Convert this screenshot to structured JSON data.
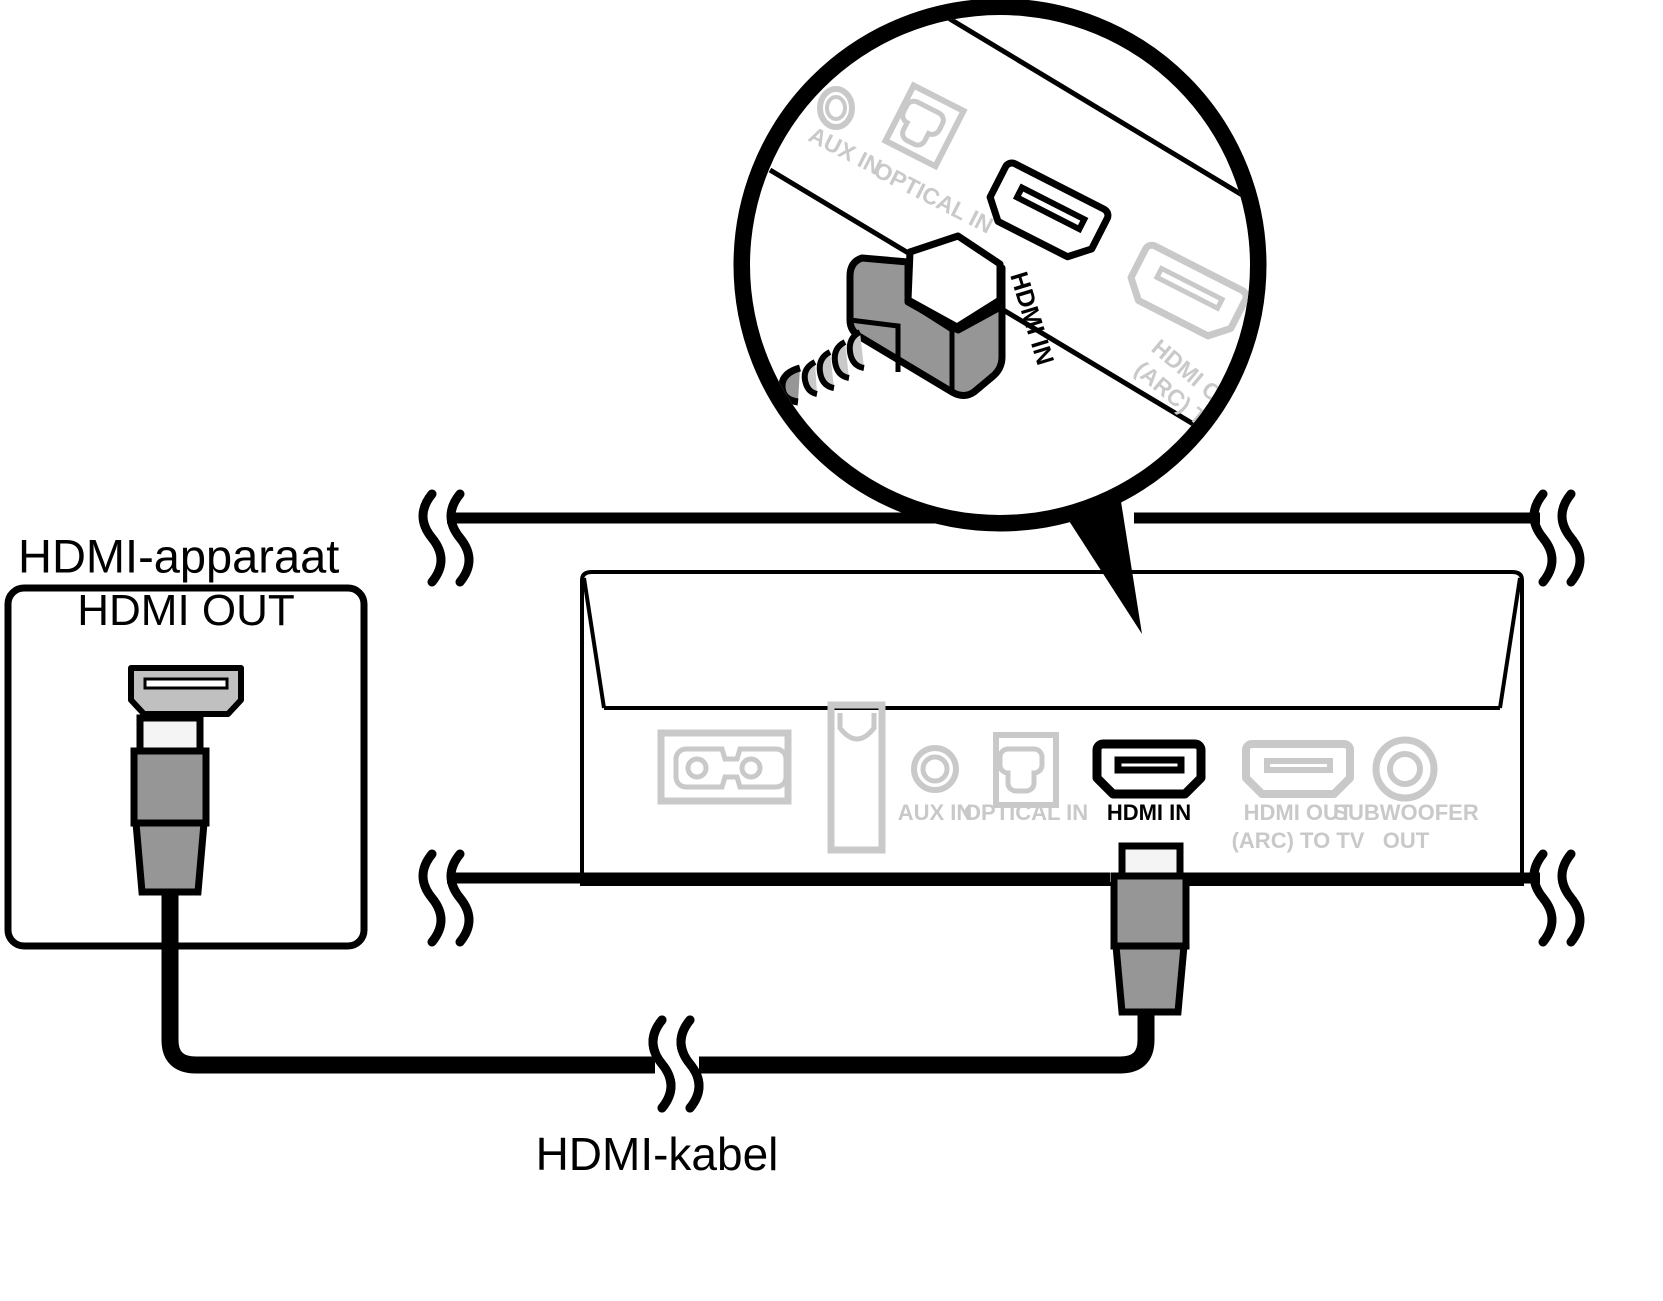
{
  "diagram": {
    "title_label": "HDMI-apparaat",
    "source_device": {
      "name_label": "HDMI-apparaat",
      "port_label": "HDMI OUT",
      "connector_name": "hdmi-plug"
    },
    "cable": {
      "caption_label": "HDMI-kabel",
      "break_symbol": "cable-break-squiggle"
    },
    "main_unit": {
      "panel_name": "rear-panel",
      "ports": [
        {
          "id": "ac-in",
          "label": "",
          "label_line2": "",
          "icon": "power-inlet-icon",
          "active": false
        },
        {
          "id": "vent-slot",
          "label": "",
          "label_line2": "",
          "icon": "antenna-slot-icon",
          "active": false
        },
        {
          "id": "aux-in",
          "label": "AUX IN",
          "label_line2": "",
          "icon": "aux-jack-icon",
          "active": false
        },
        {
          "id": "optical-in",
          "label": "OPTICAL IN",
          "label_line2": "",
          "icon": "optical-toslink-icon",
          "active": false
        },
        {
          "id": "hdmi-in",
          "label": "HDMI IN",
          "label_line2": "",
          "icon": "hdmi-port-icon",
          "active": true
        },
        {
          "id": "hdmi-out-arc",
          "label": "HDMI OUT",
          "label_line2": "(ARC) TO TV",
          "icon": "hdmi-port-icon",
          "active": false
        },
        {
          "id": "subwoofer-out",
          "label": "SUBWOOFER",
          "label_line2": "OUT",
          "icon": "rca-jack-icon",
          "active": false
        }
      ]
    },
    "callout": {
      "name": "magnifier-callout",
      "inset_labels": [
        {
          "id": "aux-in-inset",
          "text": "AUX IN",
          "active": false
        },
        {
          "id": "optical-in-inset",
          "text": "OPTICAL IN",
          "active": false
        },
        {
          "id": "hdmi-in-inset",
          "text": "HDMI IN",
          "active": true
        },
        {
          "id": "hdmi-out-inset-1",
          "text": "HDMI OUT",
          "active": false
        },
        {
          "id": "hdmi-out-inset-2",
          "text": "(ARC) TO TV",
          "active": false
        }
      ]
    },
    "colors": {
      "stroke": "#000000",
      "inactive_port": "#c9c9c9",
      "connector_body": "#969696",
      "connector_tip": "#f4f4f4",
      "port_fill": "#c0c0c0",
      "background": "#ffffff"
    }
  }
}
